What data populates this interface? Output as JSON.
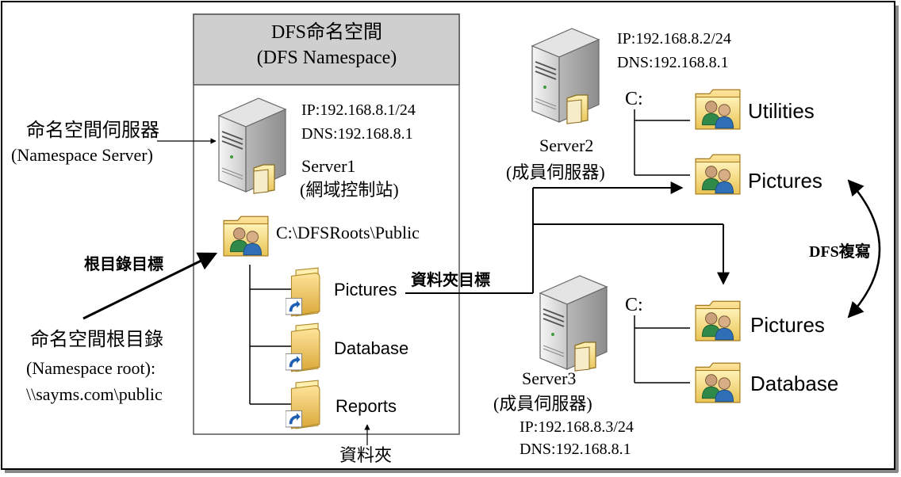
{
  "namespace_box": {
    "title_line1": "DFS命名空間",
    "title_line2": "(DFS Namespace)"
  },
  "namespace_server": {
    "label_line1": "命名空間伺服器",
    "label_line2": "(Namespace Server)",
    "ip": "IP:192.168.8.1/24",
    "dns": "DNS:192.168.8.1",
    "name": "Server1",
    "role": "(網域控制站)"
  },
  "root": {
    "path": "C:\\DFSRoots\\Public",
    "target_label": "根目錄目標",
    "label_line1": "命名空間根目錄",
    "label_line2": "(Namespace root):",
    "label_line3": "\\\\sayms.com\\public"
  },
  "folders": [
    {
      "name": "Pictures"
    },
    {
      "name": "Database"
    },
    {
      "name": "Reports"
    }
  ],
  "folder_caption": "資料夾",
  "folder_target_label": "資料夾目標",
  "server2": {
    "ip": "IP:192.168.8.2/24",
    "dns": "DNS:192.168.8.1",
    "name": "Server2",
    "role": "(成員伺服器)",
    "drive": "C:",
    "shares": [
      {
        "name": "Utilities"
      },
      {
        "name": "Pictures"
      }
    ]
  },
  "server3": {
    "ip": "IP:192.168.8.3/24",
    "dns": "DNS:192.168.8.1",
    "name": "Server3",
    "role": "(成員伺服器)",
    "drive": "C:",
    "shares": [
      {
        "name": "Pictures"
      },
      {
        "name": "Database"
      }
    ]
  },
  "replication_label": "DFS複寫",
  "icons": {
    "server": "server-tower-icon",
    "shared_folder": "shared-users-folder-icon",
    "folder_shortcut": "folder-shortcut-icon"
  }
}
